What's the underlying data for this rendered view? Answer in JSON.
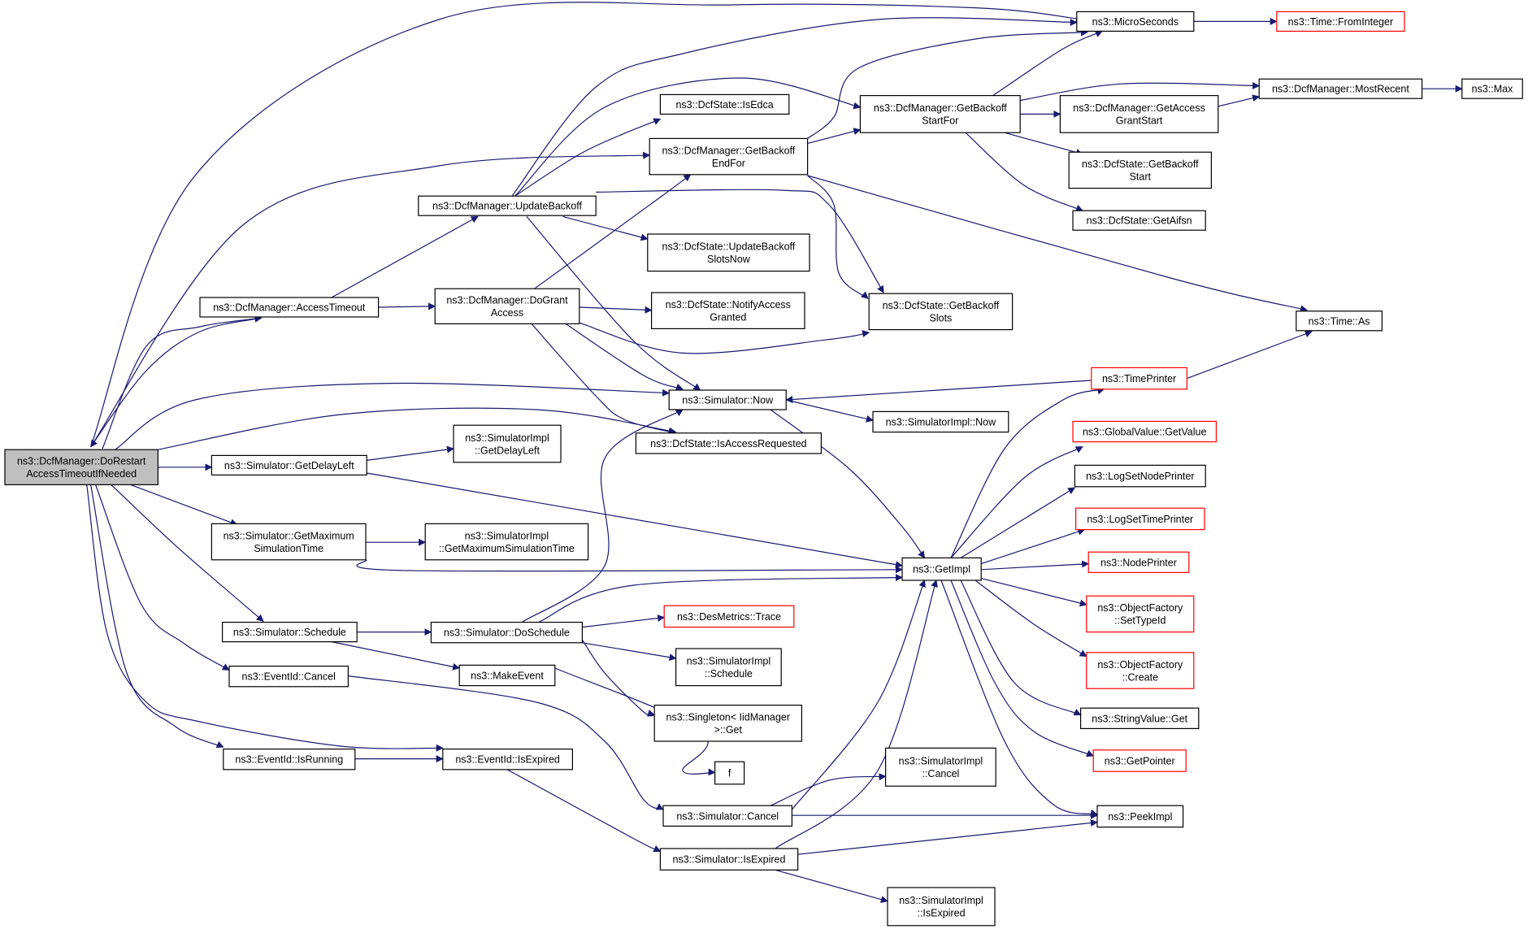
{
  "colors": {
    "edge": "#191970",
    "node_border": "#000000",
    "node_border_red": "#ff0000",
    "root_fill": "#bfbfbf"
  },
  "nodes": [
    {
      "id": "doRestart",
      "lines": [
        "ns3::DcfManager::DoRestart",
        "AccessTimeoutIfNeeded"
      ],
      "style": "root"
    },
    {
      "id": "accessTimeout",
      "lines": [
        "ns3::DcfManager::AccessTimeout"
      ],
      "style": "normal"
    },
    {
      "id": "updateBackoff",
      "lines": [
        "ns3::DcfManager::UpdateBackoff"
      ],
      "style": "normal"
    },
    {
      "id": "doGrantAccess",
      "lines": [
        "ns3::DcfManager::DoGrant",
        "Access"
      ],
      "style": "normal"
    },
    {
      "id": "microSeconds",
      "lines": [
        "ns3::MicroSeconds"
      ],
      "style": "normal"
    },
    {
      "id": "fromInteger",
      "lines": [
        "ns3::Time::FromInteger"
      ],
      "style": "red"
    },
    {
      "id": "isEdca",
      "lines": [
        "ns3::DcfState::IsEdca"
      ],
      "style": "normal"
    },
    {
      "id": "getBackoffEndFor",
      "lines": [
        "ns3::DcfManager::GetBackoff",
        "EndFor"
      ],
      "style": "normal"
    },
    {
      "id": "getBackoffStartFor",
      "lines": [
        "ns3::DcfManager::GetBackoff",
        "StartFor"
      ],
      "style": "normal"
    },
    {
      "id": "mostRecent",
      "lines": [
        "ns3::DcfManager::MostRecent"
      ],
      "style": "normal"
    },
    {
      "id": "max",
      "lines": [
        "ns3::Max"
      ],
      "style": "normal"
    },
    {
      "id": "getAccessGrantStart",
      "lines": [
        "ns3::DcfManager::GetAccess",
        "GrantStart"
      ],
      "style": "normal"
    },
    {
      "id": "stateGetBackoffStart",
      "lines": [
        "ns3::DcfState::GetBackoff",
        "Start"
      ],
      "style": "normal"
    },
    {
      "id": "getAifsn",
      "lines": [
        "ns3::DcfState::GetAifsn"
      ],
      "style": "normal"
    },
    {
      "id": "updateBackoffSlotsNow",
      "lines": [
        "ns3::DcfState::UpdateBackoff",
        "SlotsNow"
      ],
      "style": "normal"
    },
    {
      "id": "notifyAccessGranted",
      "lines": [
        "ns3::DcfState::NotifyAccess",
        "Granted"
      ],
      "style": "normal"
    },
    {
      "id": "getBackoffSlots",
      "lines": [
        "ns3::DcfState::GetBackoff",
        "Slots"
      ],
      "style": "normal"
    },
    {
      "id": "timeAs",
      "lines": [
        "ns3::Time::As"
      ],
      "style": "normal"
    },
    {
      "id": "simNow",
      "lines": [
        "ns3::Simulator::Now"
      ],
      "style": "normal"
    },
    {
      "id": "timePrinter",
      "lines": [
        "ns3::TimePrinter"
      ],
      "style": "red"
    },
    {
      "id": "implNow",
      "lines": [
        "ns3::SimulatorImpl::Now"
      ],
      "style": "normal"
    },
    {
      "id": "isAccessRequested",
      "lines": [
        "ns3::DcfState::IsAccessRequested"
      ],
      "style": "normal"
    },
    {
      "id": "getDelayLeft",
      "lines": [
        "ns3::Simulator::GetDelayLeft"
      ],
      "style": "normal"
    },
    {
      "id": "implGetDelayLeft",
      "lines": [
        "ns3::SimulatorImpl",
        "::GetDelayLeft"
      ],
      "style": "normal"
    },
    {
      "id": "globalGetValue",
      "lines": [
        "ns3::GlobalValue::GetValue"
      ],
      "style": "red"
    },
    {
      "id": "logSetNodePrinter",
      "lines": [
        "ns3::LogSetNodePrinter"
      ],
      "style": "normal"
    },
    {
      "id": "logSetTimePrinter",
      "lines": [
        "ns3::LogSetTimePrinter"
      ],
      "style": "red"
    },
    {
      "id": "getMaxSimTime",
      "lines": [
        "ns3::Simulator::GetMaximum",
        "SimulationTime"
      ],
      "style": "normal"
    },
    {
      "id": "implGetMaxSimTime",
      "lines": [
        "ns3::SimulatorImpl",
        "::GetMaximumSimulationTime"
      ],
      "style": "normal"
    },
    {
      "id": "getImpl",
      "lines": [
        "ns3::GetImpl"
      ],
      "style": "normal"
    },
    {
      "id": "nodePrinter",
      "lines": [
        "ns3::NodePrinter"
      ],
      "style": "red"
    },
    {
      "id": "setTypeId",
      "lines": [
        "ns3::ObjectFactory",
        "::SetTypeId"
      ],
      "style": "red"
    },
    {
      "id": "desTrace",
      "lines": [
        "ns3::DesMetrics::Trace"
      ],
      "style": "red"
    },
    {
      "id": "schedule",
      "lines": [
        "ns3::Simulator::Schedule"
      ],
      "style": "normal"
    },
    {
      "id": "doSchedule",
      "lines": [
        "ns3::Simulator::DoSchedule"
      ],
      "style": "normal"
    },
    {
      "id": "implSchedule",
      "lines": [
        "ns3::SimulatorImpl",
        "::Schedule"
      ],
      "style": "normal"
    },
    {
      "id": "factoryCreate",
      "lines": [
        "ns3::ObjectFactory",
        "::Create"
      ],
      "style": "red"
    },
    {
      "id": "eventCancel",
      "lines": [
        "ns3::EventId::Cancel"
      ],
      "style": "normal"
    },
    {
      "id": "makeEvent",
      "lines": [
        "ns3::MakeEvent"
      ],
      "style": "normal"
    },
    {
      "id": "singletonGet",
      "lines": [
        "ns3::Singleton< IidManager",
        ">::Get"
      ],
      "style": "normal"
    },
    {
      "id": "stringValueGet",
      "lines": [
        "ns3::StringValue::Get"
      ],
      "style": "normal"
    },
    {
      "id": "getPointer",
      "lines": [
        "ns3::GetPointer"
      ],
      "style": "red"
    },
    {
      "id": "isRunning",
      "lines": [
        "ns3::EventId::IsRunning"
      ],
      "style": "normal"
    },
    {
      "id": "eventIsExpired",
      "lines": [
        "ns3::EventId::IsExpired"
      ],
      "style": "normal"
    },
    {
      "id": "f",
      "lines": [
        "f"
      ],
      "style": "normal"
    },
    {
      "id": "implCancel",
      "lines": [
        "ns3::SimulatorImpl",
        "::Cancel"
      ],
      "style": "normal"
    },
    {
      "id": "simCancel",
      "lines": [
        "ns3::Simulator::Cancel"
      ],
      "style": "normal"
    },
    {
      "id": "peekImpl",
      "lines": [
        "ns3::PeekImpl"
      ],
      "style": "normal"
    },
    {
      "id": "simIsExpired",
      "lines": [
        "ns3::Simulator::IsExpired"
      ],
      "style": "normal"
    },
    {
      "id": "implIsExpired",
      "lines": [
        "ns3::SimulatorImpl",
        "::IsExpired"
      ],
      "style": "normal"
    }
  ]
}
